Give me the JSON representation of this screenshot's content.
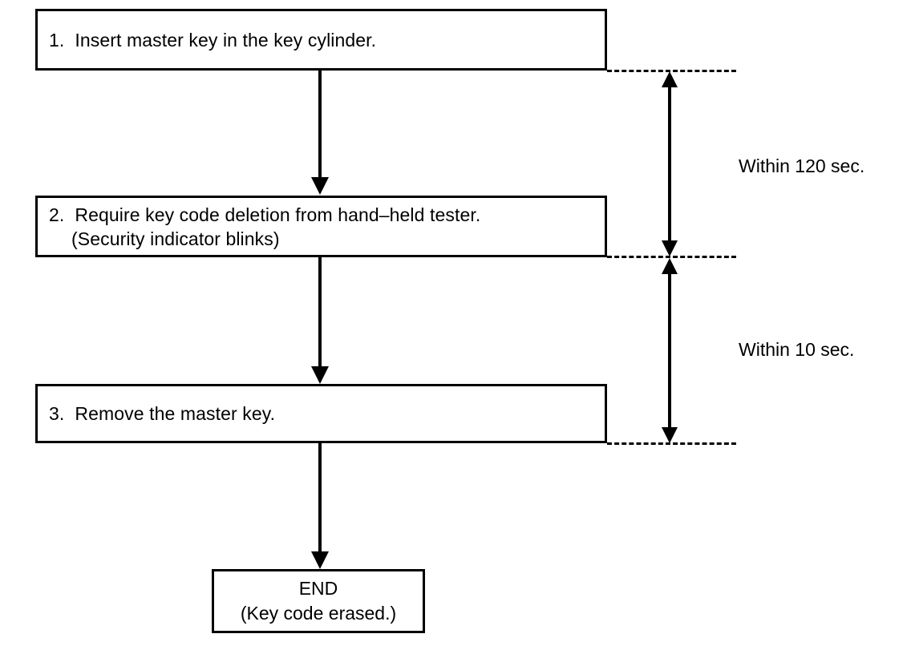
{
  "diagram": {
    "type": "flowchart",
    "orientation": "vertical",
    "steps": [
      {
        "id": "step-1",
        "line1": "1.  Insert master key in the key cylinder.",
        "line2": ""
      },
      {
        "id": "step-2",
        "line1": "2.  Require key code deletion from hand–held tester.",
        "line2": "(Security indicator blinks)"
      },
      {
        "id": "step-3",
        "line1": "3.  Remove the master key.",
        "line2": ""
      }
    ],
    "terminator": {
      "id": "end",
      "line1": "END",
      "line2": "(Key code erased.)"
    },
    "timing_annotations": [
      {
        "id": "timing-120",
        "label": "Within 120 sec.",
        "from_step": "step-1",
        "to_step": "step-2"
      },
      {
        "id": "timing-10",
        "label": "Within 10 sec.",
        "from_step": "step-2",
        "to_step": "step-3"
      }
    ],
    "colors": {
      "stroke": "#000000",
      "background": "#ffffff",
      "text": "#000000"
    }
  }
}
